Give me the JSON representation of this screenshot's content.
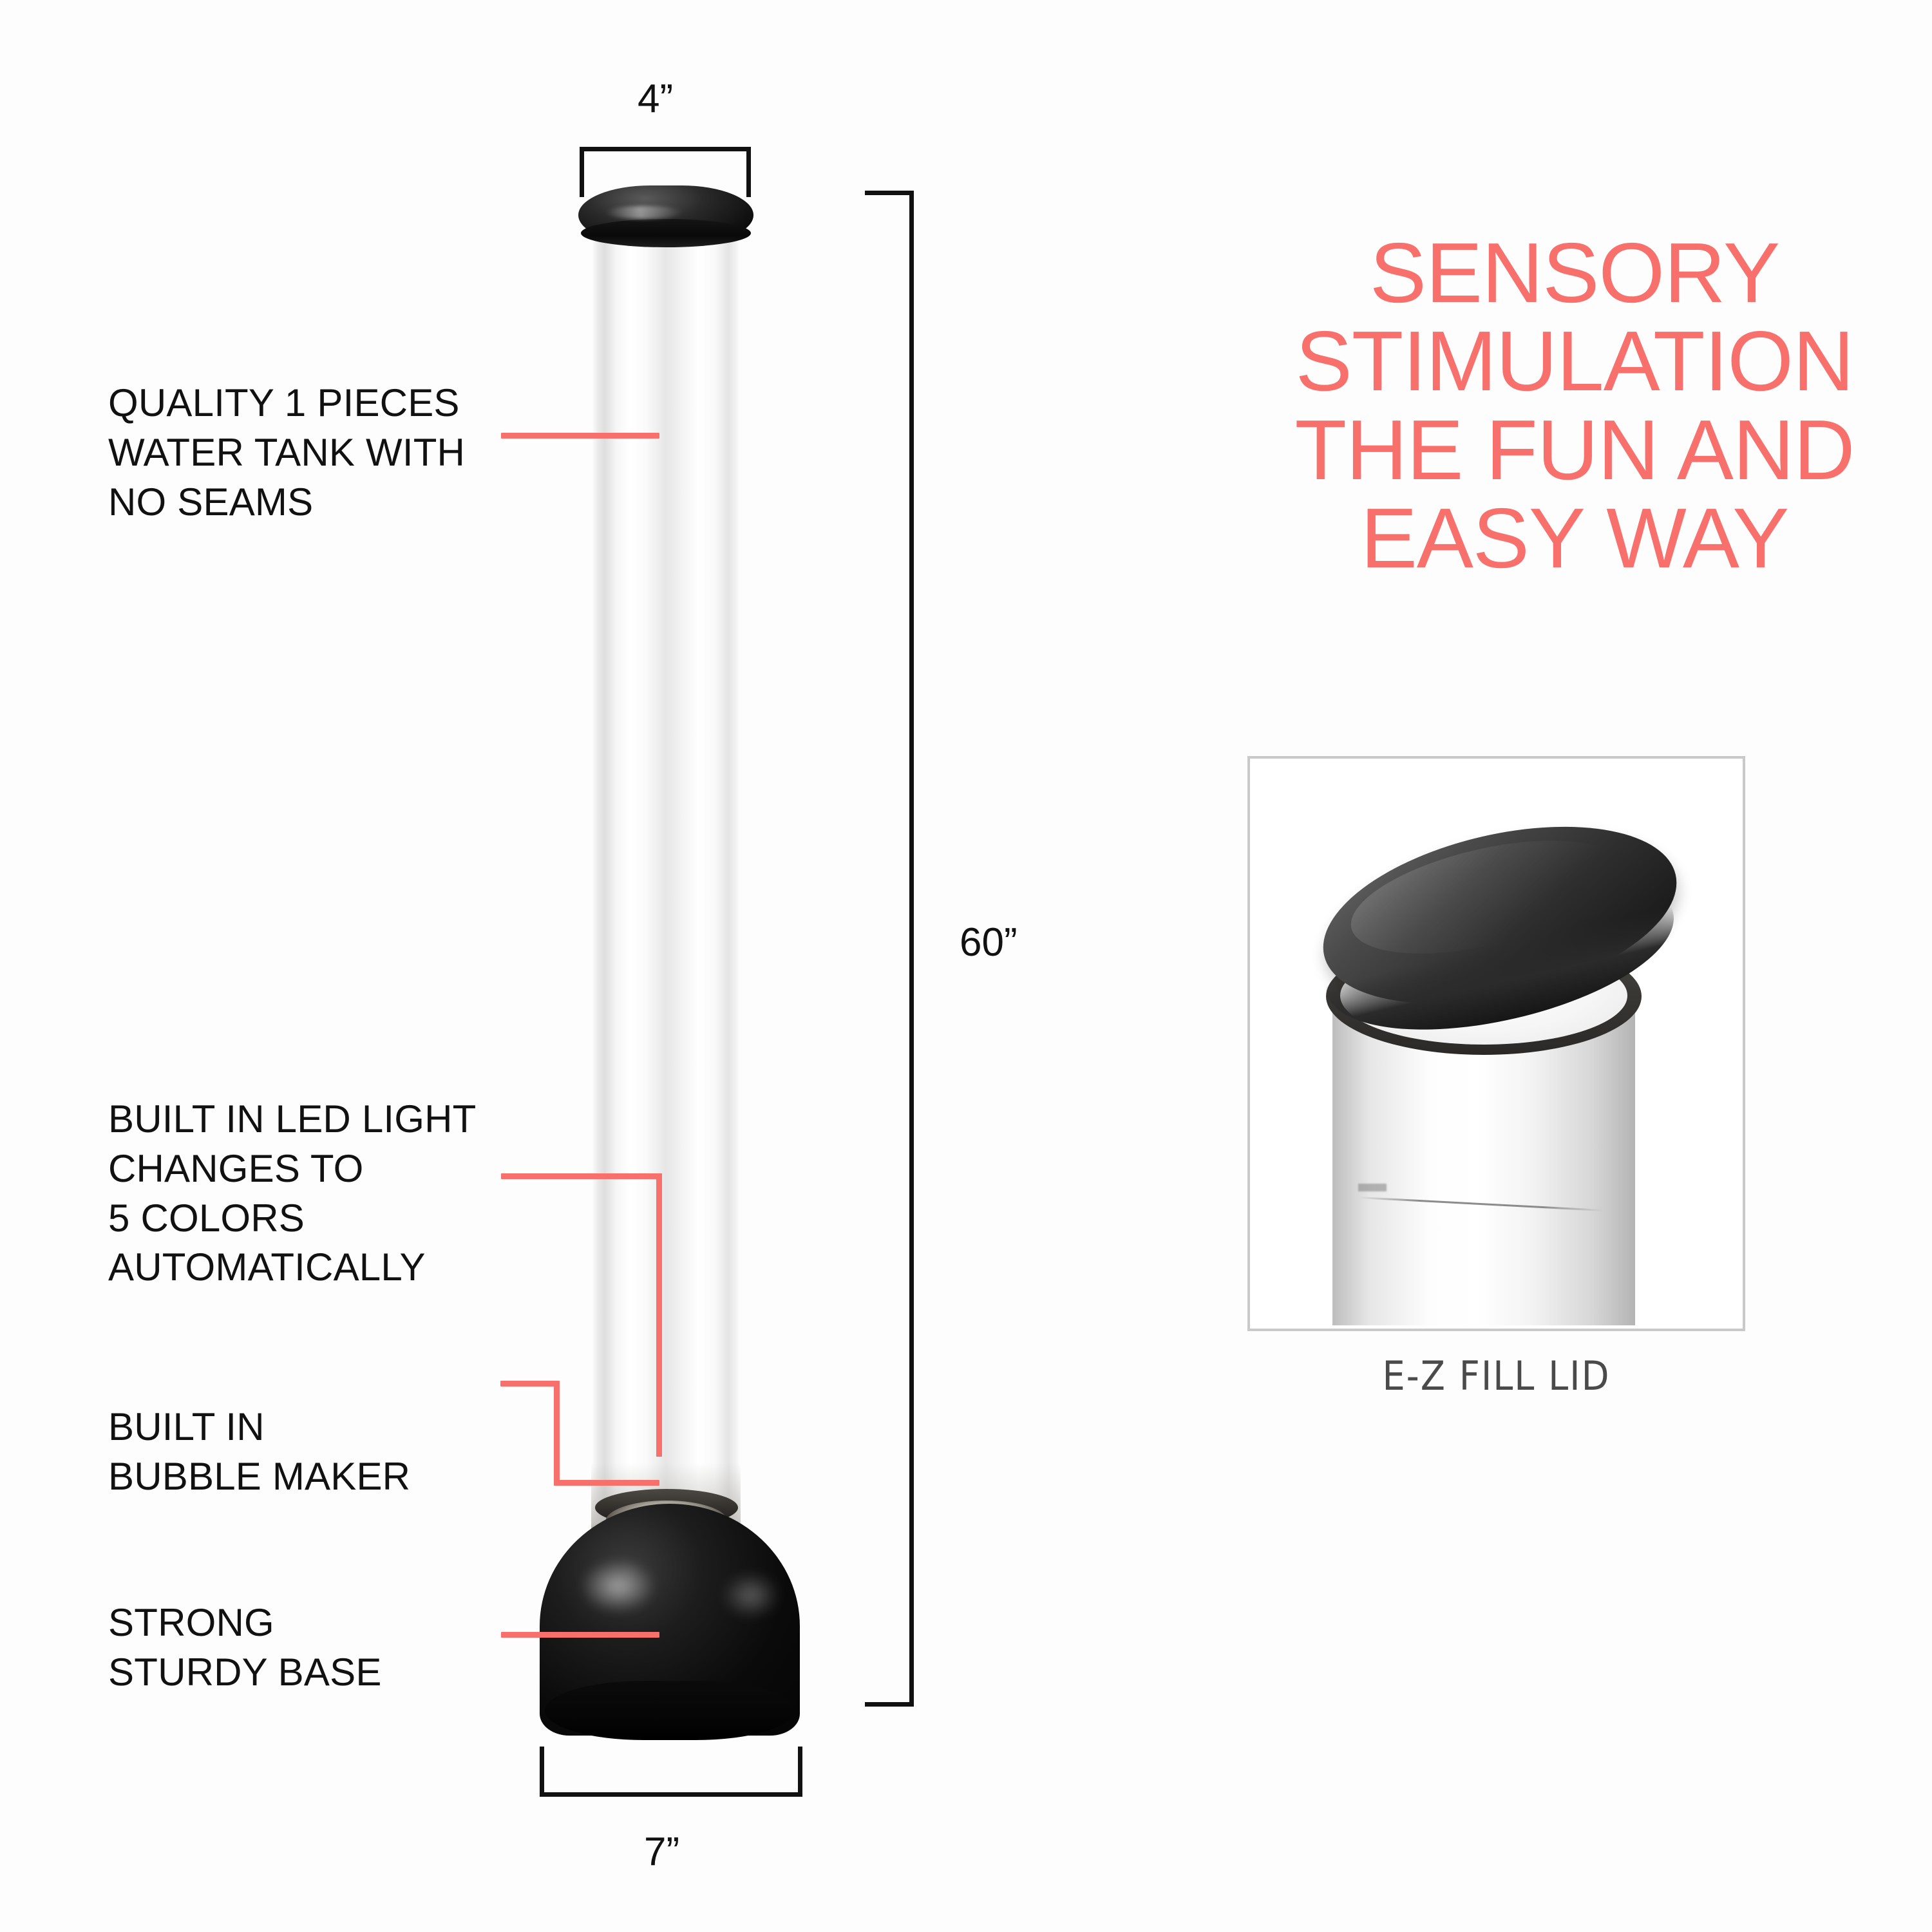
{
  "headline": {
    "text": "SENSORY\nSTIMULATION\nTHE FUN AND\nEASY WAY",
    "color": "#F7706B"
  },
  "callouts": [
    {
      "id": "water-tank",
      "text": "QUALITY 1 PIECES\nWATER TANK WITH\nNO SEAMS"
    },
    {
      "id": "led-light",
      "text": "BUILT IN LED LIGHT\nCHANGES TO\n5 COLORS\nAUTOMATICALLY"
    },
    {
      "id": "bubble-maker",
      "text": "BUILT IN\nBUBBLE MAKER"
    },
    {
      "id": "sturdy-base",
      "text": "STRONG\nSTURDY BASE"
    }
  ],
  "dimensions": {
    "width_top": "4”",
    "height": "60”",
    "width_base": "7”"
  },
  "inset": {
    "caption": "E-Z FILL  LID"
  },
  "colors": {
    "accent_red": "#F7706B",
    "text_black": "#111111",
    "frame_gray": "#C9C9C9",
    "caption_gray": "#4A4A4A"
  }
}
